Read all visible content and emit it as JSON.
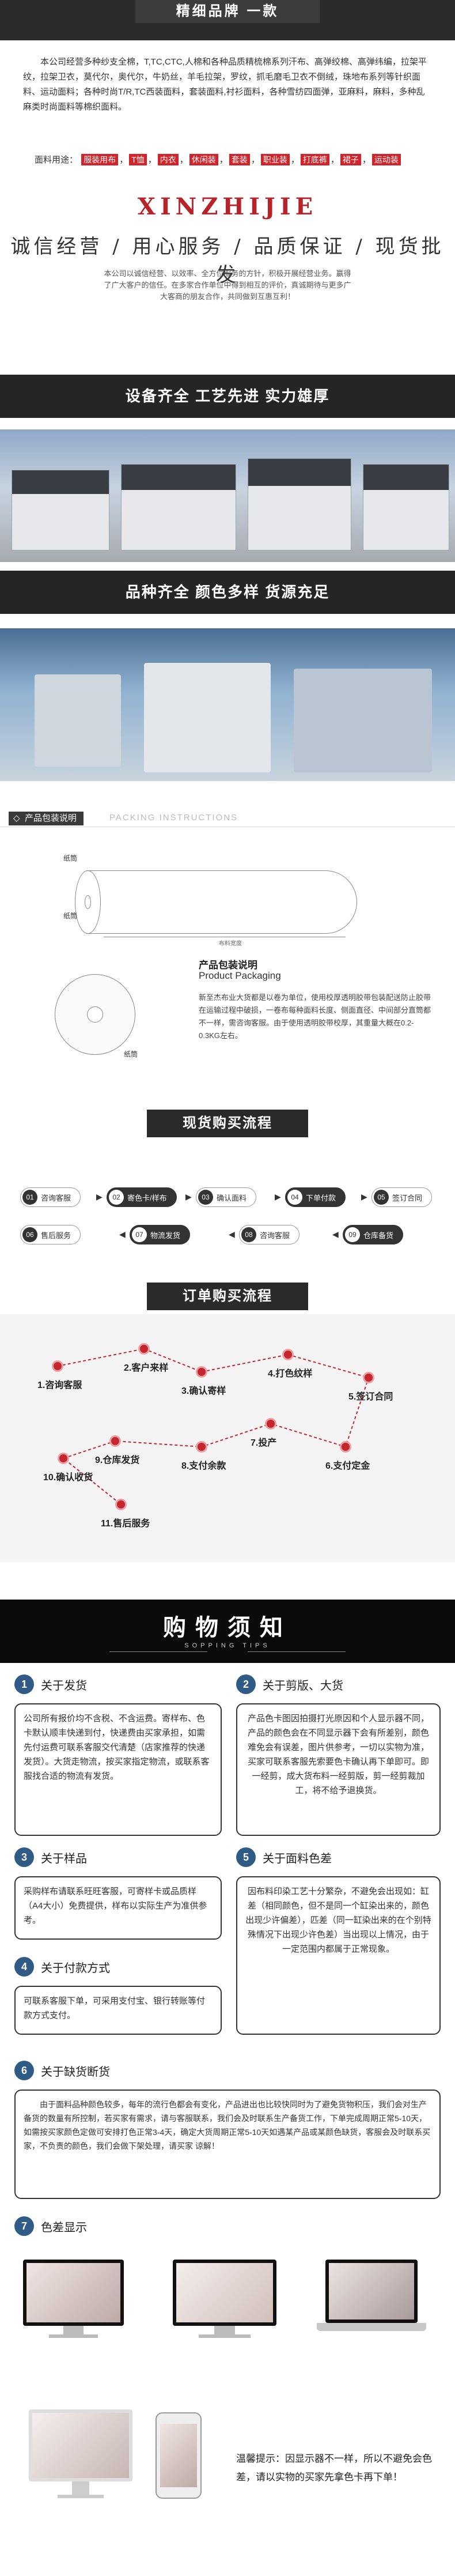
{
  "banner": {
    "title": "精细品牌 一款"
  },
  "intro": {
    "text": "本公司经营多种纱支全棉，T,TC,CTC,人棉和各种品质精梳棉系列汗布、高弹绞棉、高弹纬编，拉架平纹，拉架卫衣，莫代尔，奥代尔，牛奶丝，羊毛拉架，罗纹，抓毛磨毛卫衣不倒绒，珠地布系列等针织面料、运动面料；各种时尚T/R,TC西装面料，套装面料,衬衫面料，各种雪纺四面弹，亚麻料，麻料，多种乱麻类时尚面料等棉织面料。",
    "fabric_prefix": "面料用途：",
    "fabric_tags": [
      "服装用布",
      "T恤",
      "内衣",
      "休闲装",
      "套装",
      "职业装",
      "打底裤",
      "裙子",
      "运动装"
    ]
  },
  "brand": {
    "logo": "XINZHIJIE",
    "slogan": "诚信经营 / 用心服务 / 品质保证 / 现货批发",
    "desc": "本公司以诚信经营、以效率、全方位服务的方针，积极开展经营业务。赢得了广大客户的信任。在多家合作单位中得到相互的评价，真诚期待与更多广大客商的朋友合作，共同做到互惠互利！"
  },
  "sections": {
    "equipment": "设备齐全  工艺先进  实力雄厚",
    "variety": "品种齐全  颜色多样  货源充足"
  },
  "packing": {
    "tag": "产品包装说明",
    "en": "PACKING INSTRUCTIONS",
    "roll_label_top": "纸筒",
    "roll_label_side": "纸筒",
    "roll_width_label": "布料宽度",
    "disc_label": "纸筒",
    "title": "产品包装说明",
    "title_en": "Product Packaging",
    "desc": "新至杰布业大货都是以卷为单位，使用校厚透明胶带包装配送防止胶带在运输过程中破损，一卷布每种面料长度、侧面直径、中间部分直筒都不一样，需咨询客服。由于使用透明胶带校厚，其重量大概在0.2-0.3KG左右。"
  },
  "spot_process": {
    "title": "现货购买流程",
    "row1": [
      {
        "n": "01",
        "label": "咨询客服"
      },
      {
        "n": "02",
        "label": "寄色卡/样布"
      },
      {
        "n": "03",
        "label": "确认面料"
      },
      {
        "n": "04",
        "label": "下单付款"
      },
      {
        "n": "05",
        "label": "签订合同"
      }
    ],
    "row2": [
      {
        "n": "06",
        "label": "售后服务"
      },
      {
        "n": "07",
        "label": "物流发货"
      },
      {
        "n": "08",
        "label": "咨询客服"
      },
      {
        "n": "09",
        "label": "仓库备货"
      }
    ]
  },
  "order_process": {
    "title": "订单购买流程",
    "steps": [
      "1.咨询客服",
      "2.客户来样",
      "3.确认寄样",
      "4.打色纹样",
      "5.签订合同",
      "6.支付定金",
      "7.投产",
      "8.支付余款",
      "9.仓库发货",
      "10.确认收货",
      "11.售后服务"
    ]
  },
  "notice": {
    "title": "购物须知",
    "sub": "SOPPING  TIPS",
    "items": [
      {
        "n": "1",
        "title": "关于发货",
        "text": "公司所有报价均不含税、不含运费。寄样布、色卡默认顺丰快递到付，快递费由买家承担，如需先付运费可联系客服交代清楚（店家推荐的快递发货）。大货走物流，按买家指定物流，或联系客服找合适的物流有发货。"
      },
      {
        "n": "2",
        "title": "关于剪版、大货",
        "text": "产品色卡图因拍摄打光原因和个人显示器不同，产品的颜色会在不同显示器下会有所差别，颜色难免会有误差，图片供参考，一切以实物为准，买家可联系客服先索要色卡确认再下单即可。即一经剪，成大货布料一经剪版，剪一经剪裁加工，将不给予退换货。"
      },
      {
        "n": "3",
        "title": "关于样品",
        "text": "采购样布请联系旺旺客服，可寄样卡或品质样（A4大小）免费提供，样布以实际生产为准供参考。"
      },
      {
        "n": "4",
        "title": "关于付款方式",
        "text": "可联系客服下单，可采用支付宝、银行转账等付款方式支付。"
      },
      {
        "n": "5",
        "title": "关于面料色差",
        "text": "因布料印染工艺十分繁杂，不避免会出现如：缸差（相同颜色，但不是同一个缸染出来的，颜色出现少许偏差），匹差（同一缸染出来的在个别特殊情况下出现少许色差）当出现以上情况，由于一定范围内都属于正常现象。"
      },
      {
        "n": "6",
        "title": "关于缺货断货",
        "text": "由于面料品种颜色较多，每年的流行色都会有变化，产品进出也比较快同时为了避免货物积压，我们会对生产备货的数量有所控制，若买家有需求，请与客服联系，我们会及时联系生产备货工作，下单完成周期正常5-10天，如需按买家颜色定做可安排打色正常3-4天，确定大货周期正常5-10天如遇某产品或某颜色缺货，客服会及时联系买家，不负责的颜色，我们会做下架处理，请买家 谅解！"
      },
      {
        "n": "7",
        "title": "色差显示"
      }
    ],
    "tip": "温馨提示：因显示器不一样，所以不避免会色差，请以实物的买家先拿色卡再下单！"
  }
}
